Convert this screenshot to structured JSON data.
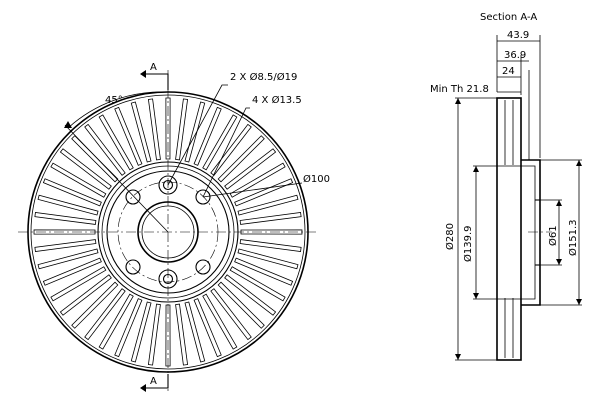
{
  "labels": {
    "section_title": "Section A-A",
    "cut_a_top": "A",
    "cut_a_bottom": "A",
    "angle": "45°",
    "holes_2": "2 X Ø8.5/Ø19",
    "holes_4": "4 X Ø13.5",
    "pcd": "Ø100",
    "dim_width": "43.9",
    "dim_hub": "36.9",
    "dim_disc": "24",
    "min_thickness": "Min Th 21.8",
    "dia_outer": "Ø280",
    "dia_inner": "Ø139.9",
    "dia_center": "Ø61",
    "dia_hat": "Ø151.3"
  }
}
